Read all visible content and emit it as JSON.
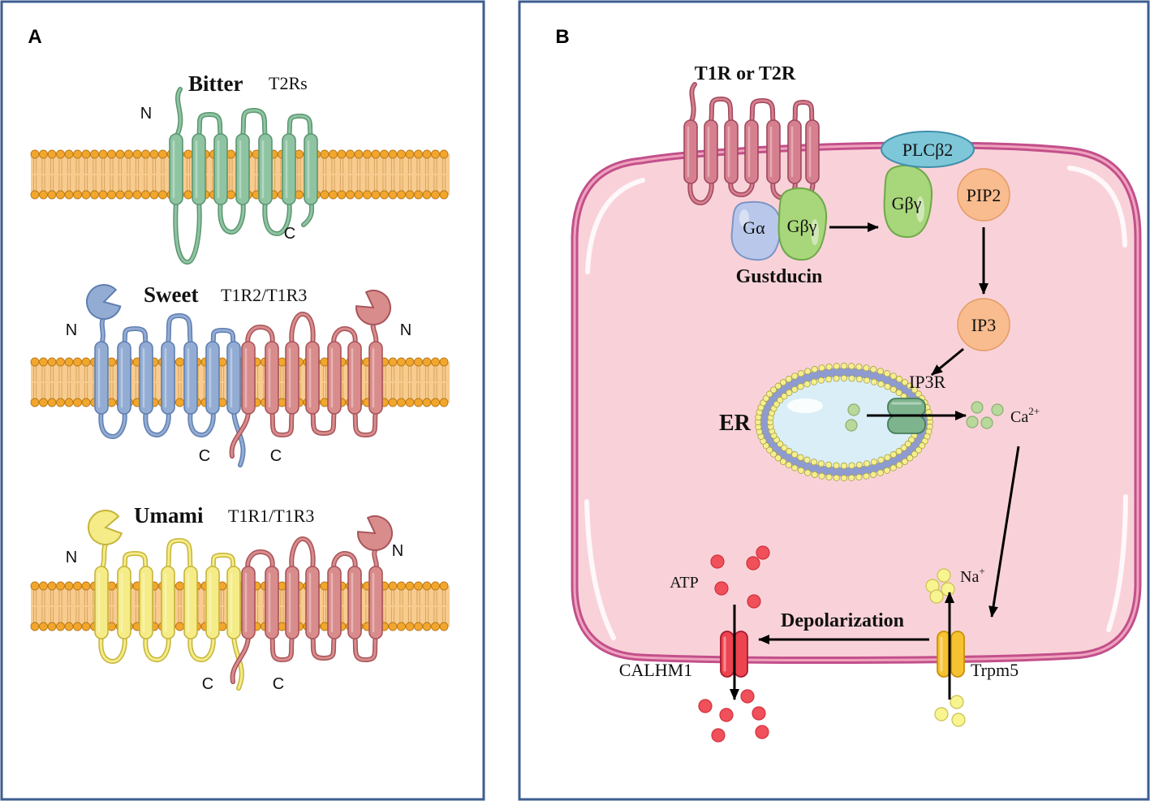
{
  "panel_a": {
    "label": "A",
    "bitter": {
      "taste": "Bitter",
      "receptor": "T2Rs",
      "n_terminus": "N",
      "c_terminus": "C"
    },
    "sweet": {
      "taste": "Sweet",
      "receptor": "T1R2/T1R3",
      "n_terminus_left": "N",
      "n_terminus_right": "N",
      "c_terminus_left": "C",
      "c_terminus_right": "C"
    },
    "umami": {
      "taste": "Umami",
      "receptor": "T1R1/T1R3",
      "n_terminus_left": "N",
      "n_terminus_right": "N",
      "c_terminus_left": "C",
      "c_terminus_right": "C"
    }
  },
  "panel_b": {
    "label": "B",
    "receptor": "T1R or T2R",
    "g_alpha": "Gα",
    "g_beta_gamma_bound": "Gβγ",
    "g_beta_gamma_free": "Gβγ",
    "gustducin": "Gustducin",
    "plc": "PLCβ2",
    "pip2": "PIP2",
    "ip3": "IP3",
    "ip3r": "IP3R",
    "er": "ER",
    "calcium": {
      "symbol": "Ca",
      "charge": "2+"
    },
    "sodium": {
      "symbol": "Na",
      "charge": "+"
    },
    "atp": "ATP",
    "depolarization": "Depolarization",
    "calhm1": "CALHM1",
    "trpm5": "Trpm5"
  },
  "colors": {
    "panel_border": "#3d5d8f",
    "lipid_head": "#f2a62c",
    "lipid_core": "#f8cb8f",
    "t2r": "#8fc4a2",
    "t2r_edge": "#5b9670",
    "t1r2": "#93acd4",
    "t1r2_edge": "#5f7fb0",
    "t1r3": "#d98c8c",
    "t1r3_edge": "#a8545a",
    "t1r1": "#f5ec88",
    "t1r1_edge": "#c6b43a",
    "taste_receptor": "#d67f8e",
    "taste_receptor_edge": "#a0485e",
    "cell": "#f9d2d9",
    "cell_membrane": "#c2508b",
    "g_alpha": "#b9c8ea",
    "g_beta_gamma": "#a8d67a",
    "plc": "#7ec7d9",
    "second_messenger": "#f9bc8e",
    "calcium": "#b9d89b",
    "atp": "#f0505a",
    "sodium": "#f8f490",
    "trpm5": "#f7c230",
    "calhm1": "#ee4450",
    "ip3r": "#7db48d"
  }
}
